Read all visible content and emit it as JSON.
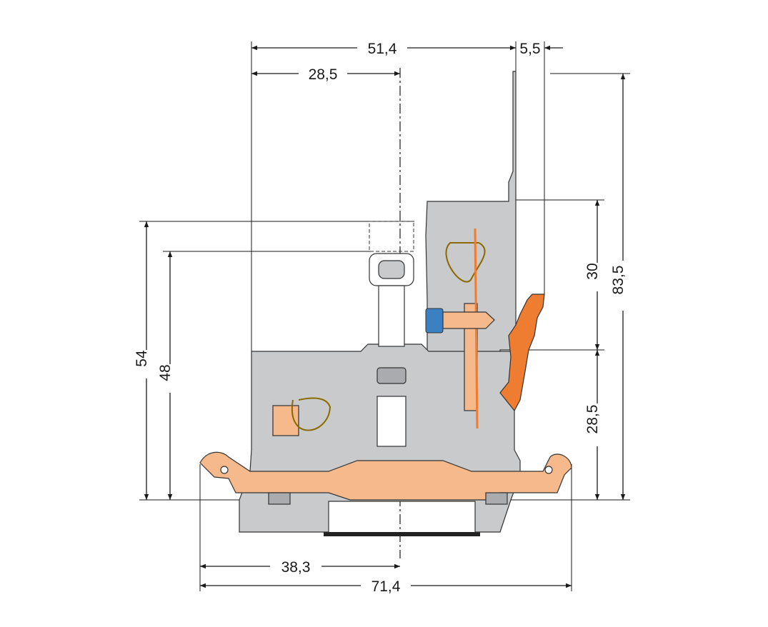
{
  "dimensions": {
    "top_total_width": "51,4",
    "top_offset": "5,5",
    "top_half_width": "28,5",
    "right_total_height": "83,5",
    "right_upper_height": "30",
    "right_lower_height": "28,5",
    "left_outer_height": "54",
    "left_inner_height": "48",
    "bottom_half_width": "38,3",
    "bottom_total_width": "71,4"
  },
  "colors": {
    "housing_gray": "#c9cacc",
    "light_orange": "#f6b98c",
    "dark_orange": "#ee7d31",
    "blue": "#3a80c2"
  }
}
